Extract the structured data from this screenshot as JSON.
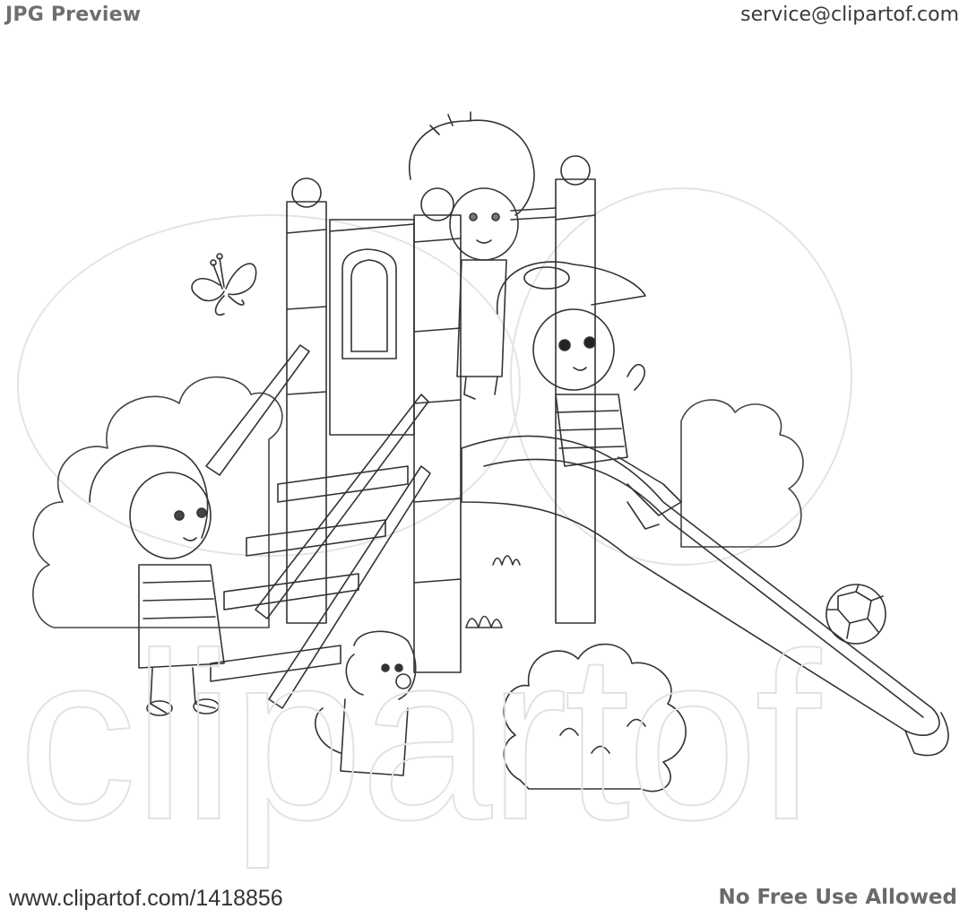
{
  "header": {
    "preview_label": "JPG Preview",
    "contact_email": "service@clipartof.com"
  },
  "illustration": {
    "subject": "Children playing on a playground slide",
    "style": "black and white line art",
    "elements": [
      {
        "name": "playground-structure"
      },
      {
        "name": "slide"
      },
      {
        "name": "boy-on-tower"
      },
      {
        "name": "boy-with-cap-sliding"
      },
      {
        "name": "girl-at-stairs"
      },
      {
        "name": "puppy"
      },
      {
        "name": "butterfly"
      },
      {
        "name": "soccer-ball"
      },
      {
        "name": "bushes"
      }
    ],
    "watermark_text": "clipartof"
  },
  "footer": {
    "url": "www.clipartof.com/1418856",
    "notice": "No Free Use Allowed"
  },
  "colors": {
    "background": "#ffffff",
    "line": "#333333",
    "header_gray": "#6f6f6f",
    "watermark": "#e2e2e2"
  }
}
